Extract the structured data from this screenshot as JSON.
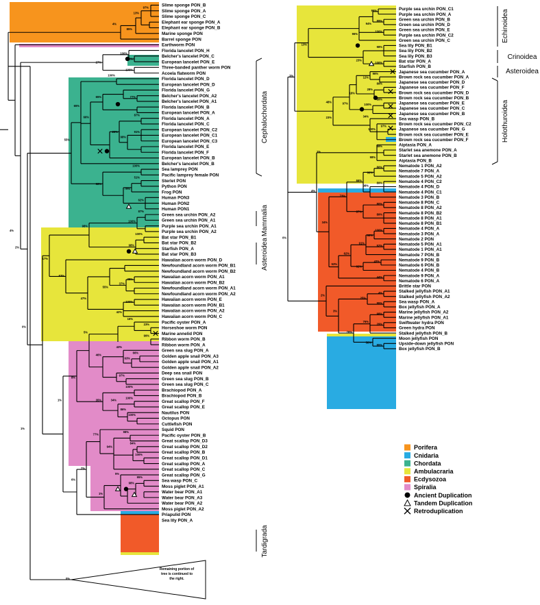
{
  "colors": {
    "Porifera": "#f7941d",
    "Cnidaria": "#29abe2",
    "Chordata": "#3bb28f",
    "Ambulacraria": "#e7e53b",
    "Ecdysozoa": "#f15a29",
    "Spiralia": "#e28bc8"
  },
  "legend": [
    {
      "kind": "swatch",
      "label": "Porifera",
      "color": "#f7941d"
    },
    {
      "kind": "swatch",
      "label": "Cnidaria",
      "color": "#29abe2"
    },
    {
      "kind": "swatch",
      "label": "Chordata",
      "color": "#3bb28f"
    },
    {
      "kind": "swatch",
      "label": "Ambulacraria",
      "color": "#e7e53b"
    },
    {
      "kind": "swatch",
      "label": "Ecdysozoa",
      "color": "#f15a29"
    },
    {
      "kind": "swatch",
      "label": "Spiralia",
      "color": "#e28bc8"
    },
    {
      "kind": "circle",
      "label": "Ancient Duplication"
    },
    {
      "kind": "triangle",
      "label": "Tandem Duplication"
    },
    {
      "kind": "cross",
      "label": "Retroduplication"
    }
  ],
  "continuation_note": [
    "Remaining portion of",
    "tree is continued to",
    "the right."
  ],
  "group_labels": [
    "Cephalochordata",
    "Mammalia",
    "Asteroidea",
    "Tardigrada",
    "Echinoidea",
    "Crinoidea",
    "Asteroidea",
    "Holothuroidea"
  ],
  "left_taxa": [
    "Slime sponge PON_B",
    "Slime sponge PON_A",
    "Slime sponge PON_C",
    "Elephant ear sponge PON_A",
    "Elephant ear sponge PON_B",
    "Marine sponge PON",
    "Barrel sponge PON",
    "Earthworm PON",
    "Florida lancelet PON_H",
    "Belcher's lancelet PON_C",
    "European lancelet PON_E",
    "Three-banded panther worm PON",
    "Acoela flatworm PON",
    "Florida lancelet PON_D",
    "European lancelet PON_D",
    "Florida lancelet PON_G",
    "Belcher's lancelet PON_A2",
    "Belcher's lancelet PON_A1",
    "Florida lancelet PON_B",
    "European lancelet PON_A",
    "Florida lancelet PON_A",
    "Florida lancelet PON_C",
    "European lancelet PON_C2",
    "European lancelet PON_C1",
    "European lancelet PON_C3",
    "Florida lancelet PON_E",
    "Florida lancelet PON_F",
    "European lancelet PON_B",
    "Belcher's lancelet PON_B",
    "Sea lamprey PON",
    "Pacific lamprey female PON",
    "Sterlet PON",
    "Python PON",
    "Frog PON",
    "Human PON3",
    "Human PON2",
    "Human PON1",
    "Green sea urchin PON_A2",
    "Green sea urchin PON_A1",
    "Purple sea urchin PON_A1",
    "Purple sea urchin PON_A2",
    "Bat star PON_B1",
    "Bat star PON_B2",
    "Starfish PON_A",
    "Bat star PON_B3",
    "Hawaiian acorn worm PON_D",
    "Newfoundland acorn worm PON_B1",
    "Newfoundland acorn worm PON_B2",
    "Hawaiian acorn worm PON_A1",
    "Hawaiian acorn worm PON_B2",
    "Newfoundland acorn worm PON_A1",
    "Newfoundland acorn worm PON_A2",
    "Hawaiian acorn worm PON_E",
    "Hawaiian acorn worm PON_B1",
    "Hawaiian acorn worm PON_A2",
    "Hawaiian acorn worm PON_C",
    "Pacific oyster PON_A",
    "Horseshoe worm PON",
    "Marine annelid PON",
    "Ribbon worm PON_B",
    "Ribbon worm PON_A",
    "Green sea slug PON_A",
    "Golden apple snail PON_A3",
    "Golden apple snail PON_A1",
    "Golden apple snail PON_A2",
    "Deep sea snail PON",
    "Green sea slug PON_B",
    "Green sea slug PON_C",
    "Brachiopod PON_A",
    "Brachiopod PON_B",
    "Great scallop PON_F",
    "Great scallop PON_E",
    "Nautilus PON",
    "Octopus PON",
    "Cuttlefish PON",
    "Squid PON",
    "Pacific oyster PON_B",
    "Great scallop PON_D3",
    "Great scallop PON_D2",
    "Great scallop PON_B",
    "Great scallop PON_D1",
    "Great scallop PON_A",
    "Great scallop PON_C",
    "Great scallop PON_G",
    "Sea wasp PON_C",
    "Moss piglet PON_A1",
    "Water bear PON_A1",
    "Water bear PON_A3",
    "Water bear PON_A2",
    "Moss piglet PON_A2",
    "Priapulid PON",
    "Sea lily PON_A"
  ],
  "right_taxa": [
    "Purple sea urchin PON_C1",
    "Purple sea urchin PON_A",
    "Green sea urchin PON_B",
    "Green sea urchin PON_D",
    "Green sea urchin PON_E",
    "Purple sea urchin PON_C2",
    "Green sea urchin PON_C",
    "Sea lily PON_B1",
    "Sea lily PON_B2",
    "Sea lily PON_B3",
    "Bat star PON_A",
    "Starfish PON_B",
    "Japanese sea cucumber PON_A",
    "Brown rock sea cucumber PON_A",
    "Japanese sea cucumber PON_D",
    "Japanese sea cucumber PON_F",
    "Brown rock sea cucumber PON_D",
    "Brown rock sea cucumber PON_B",
    "Japanese sea cucumber PON_E",
    "Japanese sea cucumber PON_C",
    "Japanese sea cucumber PON_B",
    "Sea wasp PON_B",
    "Brown rock sea cucumber PON_C2",
    "Japanese sea cucumber PON_G",
    "Brown rock sea cucumber PON_E",
    "Brown rock sea cucumber PON_F",
    "Aiptasia PON_A",
    "Starlet sea anemone PON_A",
    "Starlet sea anemone PON_B",
    "Aiptasia PON_B",
    "Nematode 1 PON_A2",
    "Nematode 7 PON_A",
    "Nematode 5 PON_A2",
    "Nematode 4 PON_C2",
    "Nematode 4 PON_D",
    "Nematode 4 PON_C1",
    "Nematode 3 PON_B",
    "Nematode 8 PON_C",
    "Nematode 8 PON_A2",
    "Nematode 8 PON_B2",
    "Nematode 8 PON_A1",
    "Nematode 8 PON_B1",
    "Nematode 4 PON_A",
    "Nematode 3 PON_A",
    "Nematode 2 PON",
    "Nematode 5 PON_A1",
    "Nematode 1 PON_A1",
    "Nematode 7 PON_B",
    "Nematode 9 PON_B",
    "Nematode 6 PON_B",
    "Nematode 4 PON_B",
    "Nematode 9 PON_A",
    "Nematode 6 PON_A",
    "Brittle star PON",
    "Stalked jellyfish PON_A1",
    "Stalked jellyfish PON_A2",
    "Sea wasp PON_A",
    "Box jellyfish PON_A",
    "Marine jellyfish PON_A2",
    "Marine jellyfish PON_A1",
    "Swiftwater hydra PON",
    "Green hydra PON",
    "Stalked jellyfish PON_B",
    "Moon jellyfish PON",
    "Upside-down jellyfish PON",
    "Box jellyfish PON_B"
  ],
  "support_values": [
    "4%",
    "2%",
    "21%",
    "55%",
    "65%",
    "66%",
    "58%",
    "0%",
    "1%",
    "8%",
    "17%",
    "51%",
    "63%",
    "47%",
    "42%",
    "13%",
    "94%",
    "96%",
    "100%",
    "85%",
    "27%",
    "1%",
    "48%",
    "34%",
    "73%",
    "53%",
    "2%",
    "3%",
    "76%"
  ]
}
